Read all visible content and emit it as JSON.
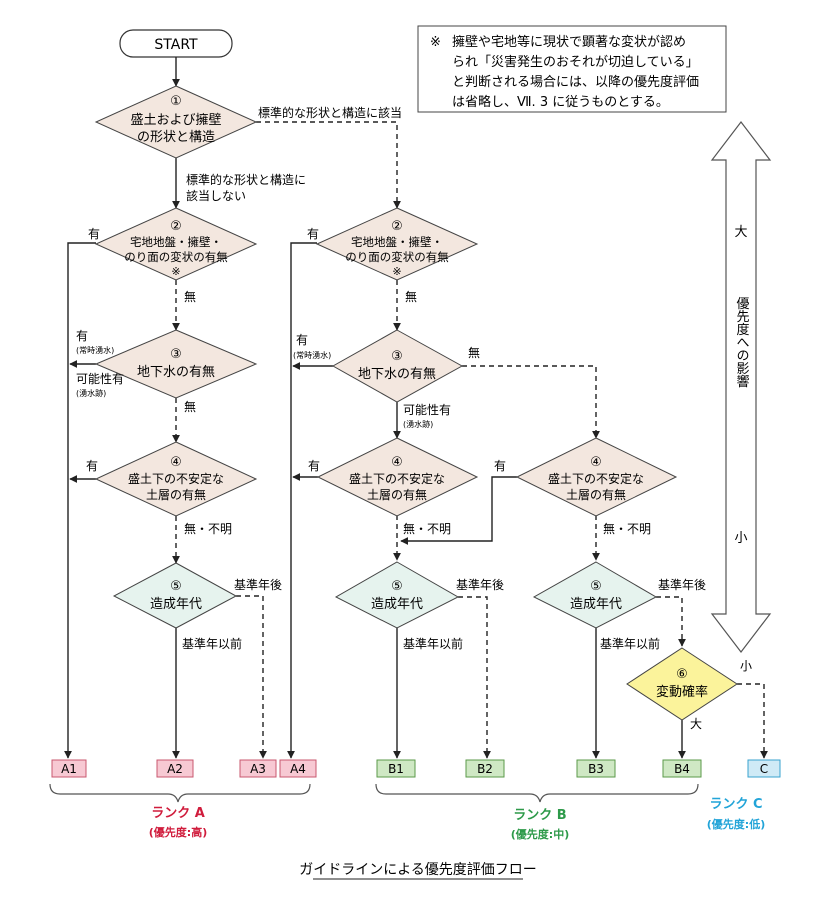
{
  "start": "START",
  "note": {
    "mark": "※",
    "lines": [
      "擁壁や宅地等に現状で顕著な変状が認め",
      "られ「災害発生のおそれが切迫している」",
      "と判断される場合には、以降の優先度評価",
      "は省略し、Ⅶ. 3 に従うものとする。"
    ]
  },
  "nodes": {
    "q1": {
      "num": "①",
      "lines": [
        "盛土および擁壁",
        "の形状と構造"
      ]
    },
    "q2": {
      "num": "②",
      "lines": [
        "宅地地盤・擁壁・",
        "のり面の変状の有無",
        "※"
      ]
    },
    "q3": {
      "num": "③",
      "lines": [
        "地下水の有無"
      ]
    },
    "q4": {
      "num": "④",
      "lines": [
        "盛土下の不安定な",
        "土層の有無"
      ]
    },
    "q5": {
      "num": "⑤",
      "lines": [
        "造成年代"
      ]
    },
    "q6": {
      "num": "⑥",
      "lines": [
        "変動確率"
      ]
    }
  },
  "edge_labels": {
    "standard": "標準的な形状と構造に該当",
    "nonstandard": [
      "標準的な形状と構造に",
      "該当しない"
    ],
    "yes": "有",
    "no": "無",
    "yes_spring": "(常時湧水)",
    "possible": "可能性有",
    "possible_sub": "(湧水跡)",
    "none_unknown": "無・不明",
    "after_base": "基準年後",
    "before_base": "基準年以前",
    "small": "小",
    "large": "大"
  },
  "results": {
    "A1": "A1",
    "A2": "A2",
    "A3": "A3",
    "A4": "A4",
    "B1": "B1",
    "B2": "B2",
    "B3": "B3",
    "B4": "B4",
    "C": "C"
  },
  "ranks": [
    {
      "key": "A",
      "title": "ランク A",
      "sub": "(優先度:高)",
      "color": "#d01c3c"
    },
    {
      "key": "B",
      "title": "ランク B",
      "sub": "(優先度:中)",
      "color": "#2e9a4a"
    },
    {
      "key": "C",
      "title": "ランク C",
      "sub": "(優先度:低)",
      "color": "#22a4d8"
    }
  ],
  "scale": {
    "top": "大",
    "mid": "優先度への影響",
    "bottom": "小"
  },
  "caption": "ガイドラインによる優先度評価フロー",
  "colors": {
    "diamond_tan": "#f3e7df",
    "diamond_mint": "#e6f3ee",
    "diamond_yellow": "#fbf39b",
    "box_a": "#f7c9d3",
    "box_b": "#cfe8c4",
    "box_c": "#cfeaf6"
  }
}
